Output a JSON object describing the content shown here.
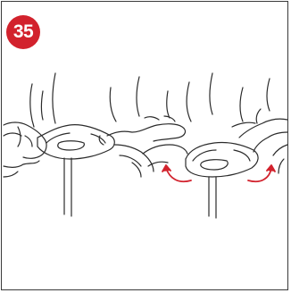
{
  "step": {
    "number": "35"
  },
  "colors": {
    "badge": "#d2222d",
    "arrow": "#d2222d",
    "line": "#2b2b2b",
    "frame": "#3a3a3a"
  },
  "illustration": {
    "panels": [
      {
        "name": "pinched-clip",
        "description_icon": "hands-pinch-clip-icon"
      },
      {
        "name": "spread-clip",
        "description_icon": "hands-spread-clip-icon",
        "arrows": [
          "curved-arrow-left",
          "curved-arrow-right"
        ]
      }
    ]
  }
}
